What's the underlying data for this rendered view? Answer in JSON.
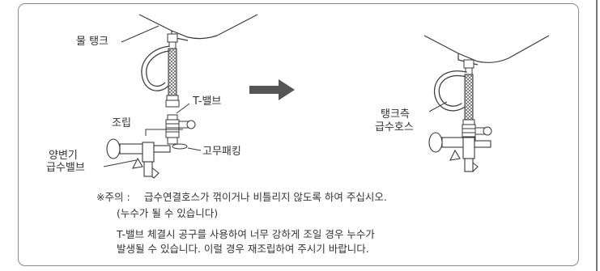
{
  "left_diagram": {
    "label_tank": "물 탱크",
    "label_tvalve": "T-밸브",
    "label_assembly": "조립",
    "label_toilet_valve_line1": "양변기",
    "label_toilet_valve_line2": "급수밸브",
    "label_gasket": "고무패킹"
  },
  "right_diagram": {
    "label_hose_line1": "탱크측",
    "label_hose_line2": "급수호스"
  },
  "notes": {
    "prefix": "※주의 :",
    "line1": "급수연결호스가 꺾이거나 비틀리지 않도록 하여 주십시오.",
    "line2": "(누수가 될 수 있습니다)",
    "line3": "T-밸브 체결시 공구를 사용하여 너무 강하게 조일 경우 누수가",
    "line4": "발생될 수 있습니다. 이럴 경우 재조립하여 주시기 바랍니다."
  },
  "colors": {
    "line": "#3a3a3a",
    "arrow": "#555555",
    "frame": "#8a8a8a"
  }
}
